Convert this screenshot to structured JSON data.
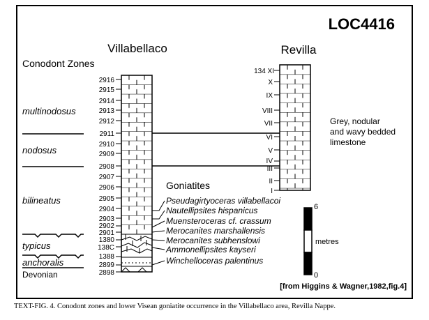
{
  "figure": {
    "locality_code": "LOC4416",
    "left_section_title": "Villabellaco",
    "right_section_title": "Revilla",
    "zones_heading": "Conodont Zones",
    "goniatites_heading": "Goniatites",
    "scale_label": "metres",
    "scale_top": "6",
    "scale_bottom": "0",
    "lithology_note": [
      "Grey, nodular",
      "and wavy bedded",
      "limestone"
    ],
    "source": "[from Higgins & Wagner,1982,fig.4]",
    "caption": "TEXT-FIG. 4. Conodont zones and lower Visean goniatite occurrence in the Villabellaco area, Revilla Nappe."
  },
  "conodont_zones": [
    "multinodosus",
    "nodosus",
    "bilineatus",
    "typicus",
    "anchoralis",
    "Devonian"
  ],
  "villabellaco_beds": [
    "2916",
    "2915",
    "2914",
    "2913",
    "2912",
    "2911",
    "2910",
    "2909",
    "2908",
    "2907",
    "2906",
    "2905",
    "2904",
    "2903",
    "2902",
    "2901",
    "1380",
    "138C",
    "1388",
    "2899",
    "2898"
  ],
  "revilla_beds": [
    "134 XI",
    "X",
    "IX",
    "VIII",
    "VII",
    "VI",
    "V",
    "IV",
    "III",
    "II",
    "I"
  ],
  "goniatites": [
    "Pseudagirtyoceras villabellacoi",
    "Nautellipsites hispanicus",
    "Muensteroceras cf. crassum",
    "Merocanites marshallensis",
    "Merocanites subhenslowi",
    "Ammonellipsites kayseri",
    "Winchelloceras palentinus"
  ],
  "colors": {
    "ink": "#000000",
    "paper": "#ffffff"
  }
}
